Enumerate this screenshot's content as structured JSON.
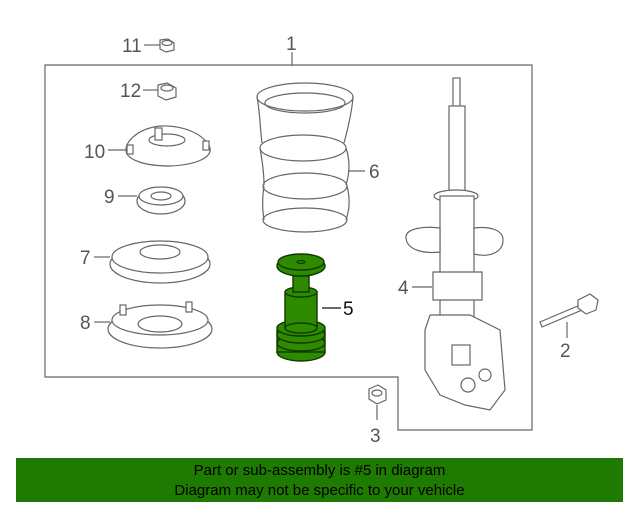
{
  "diagram": {
    "callouts": {
      "c1": "1",
      "c2": "2",
      "c3": "3",
      "c4": "4",
      "c5": "5",
      "c6": "6",
      "c7": "7",
      "c8": "8",
      "c9": "9",
      "c10": "10",
      "c11": "11",
      "c12": "12"
    },
    "highlighted_part": "5",
    "highlight_color": "#2e8b00"
  },
  "banner": {
    "line1": "Part or sub-assembly is #5 in diagram",
    "line2": "Diagram may not be specific to your vehicle",
    "color": "#1e7a00"
  }
}
